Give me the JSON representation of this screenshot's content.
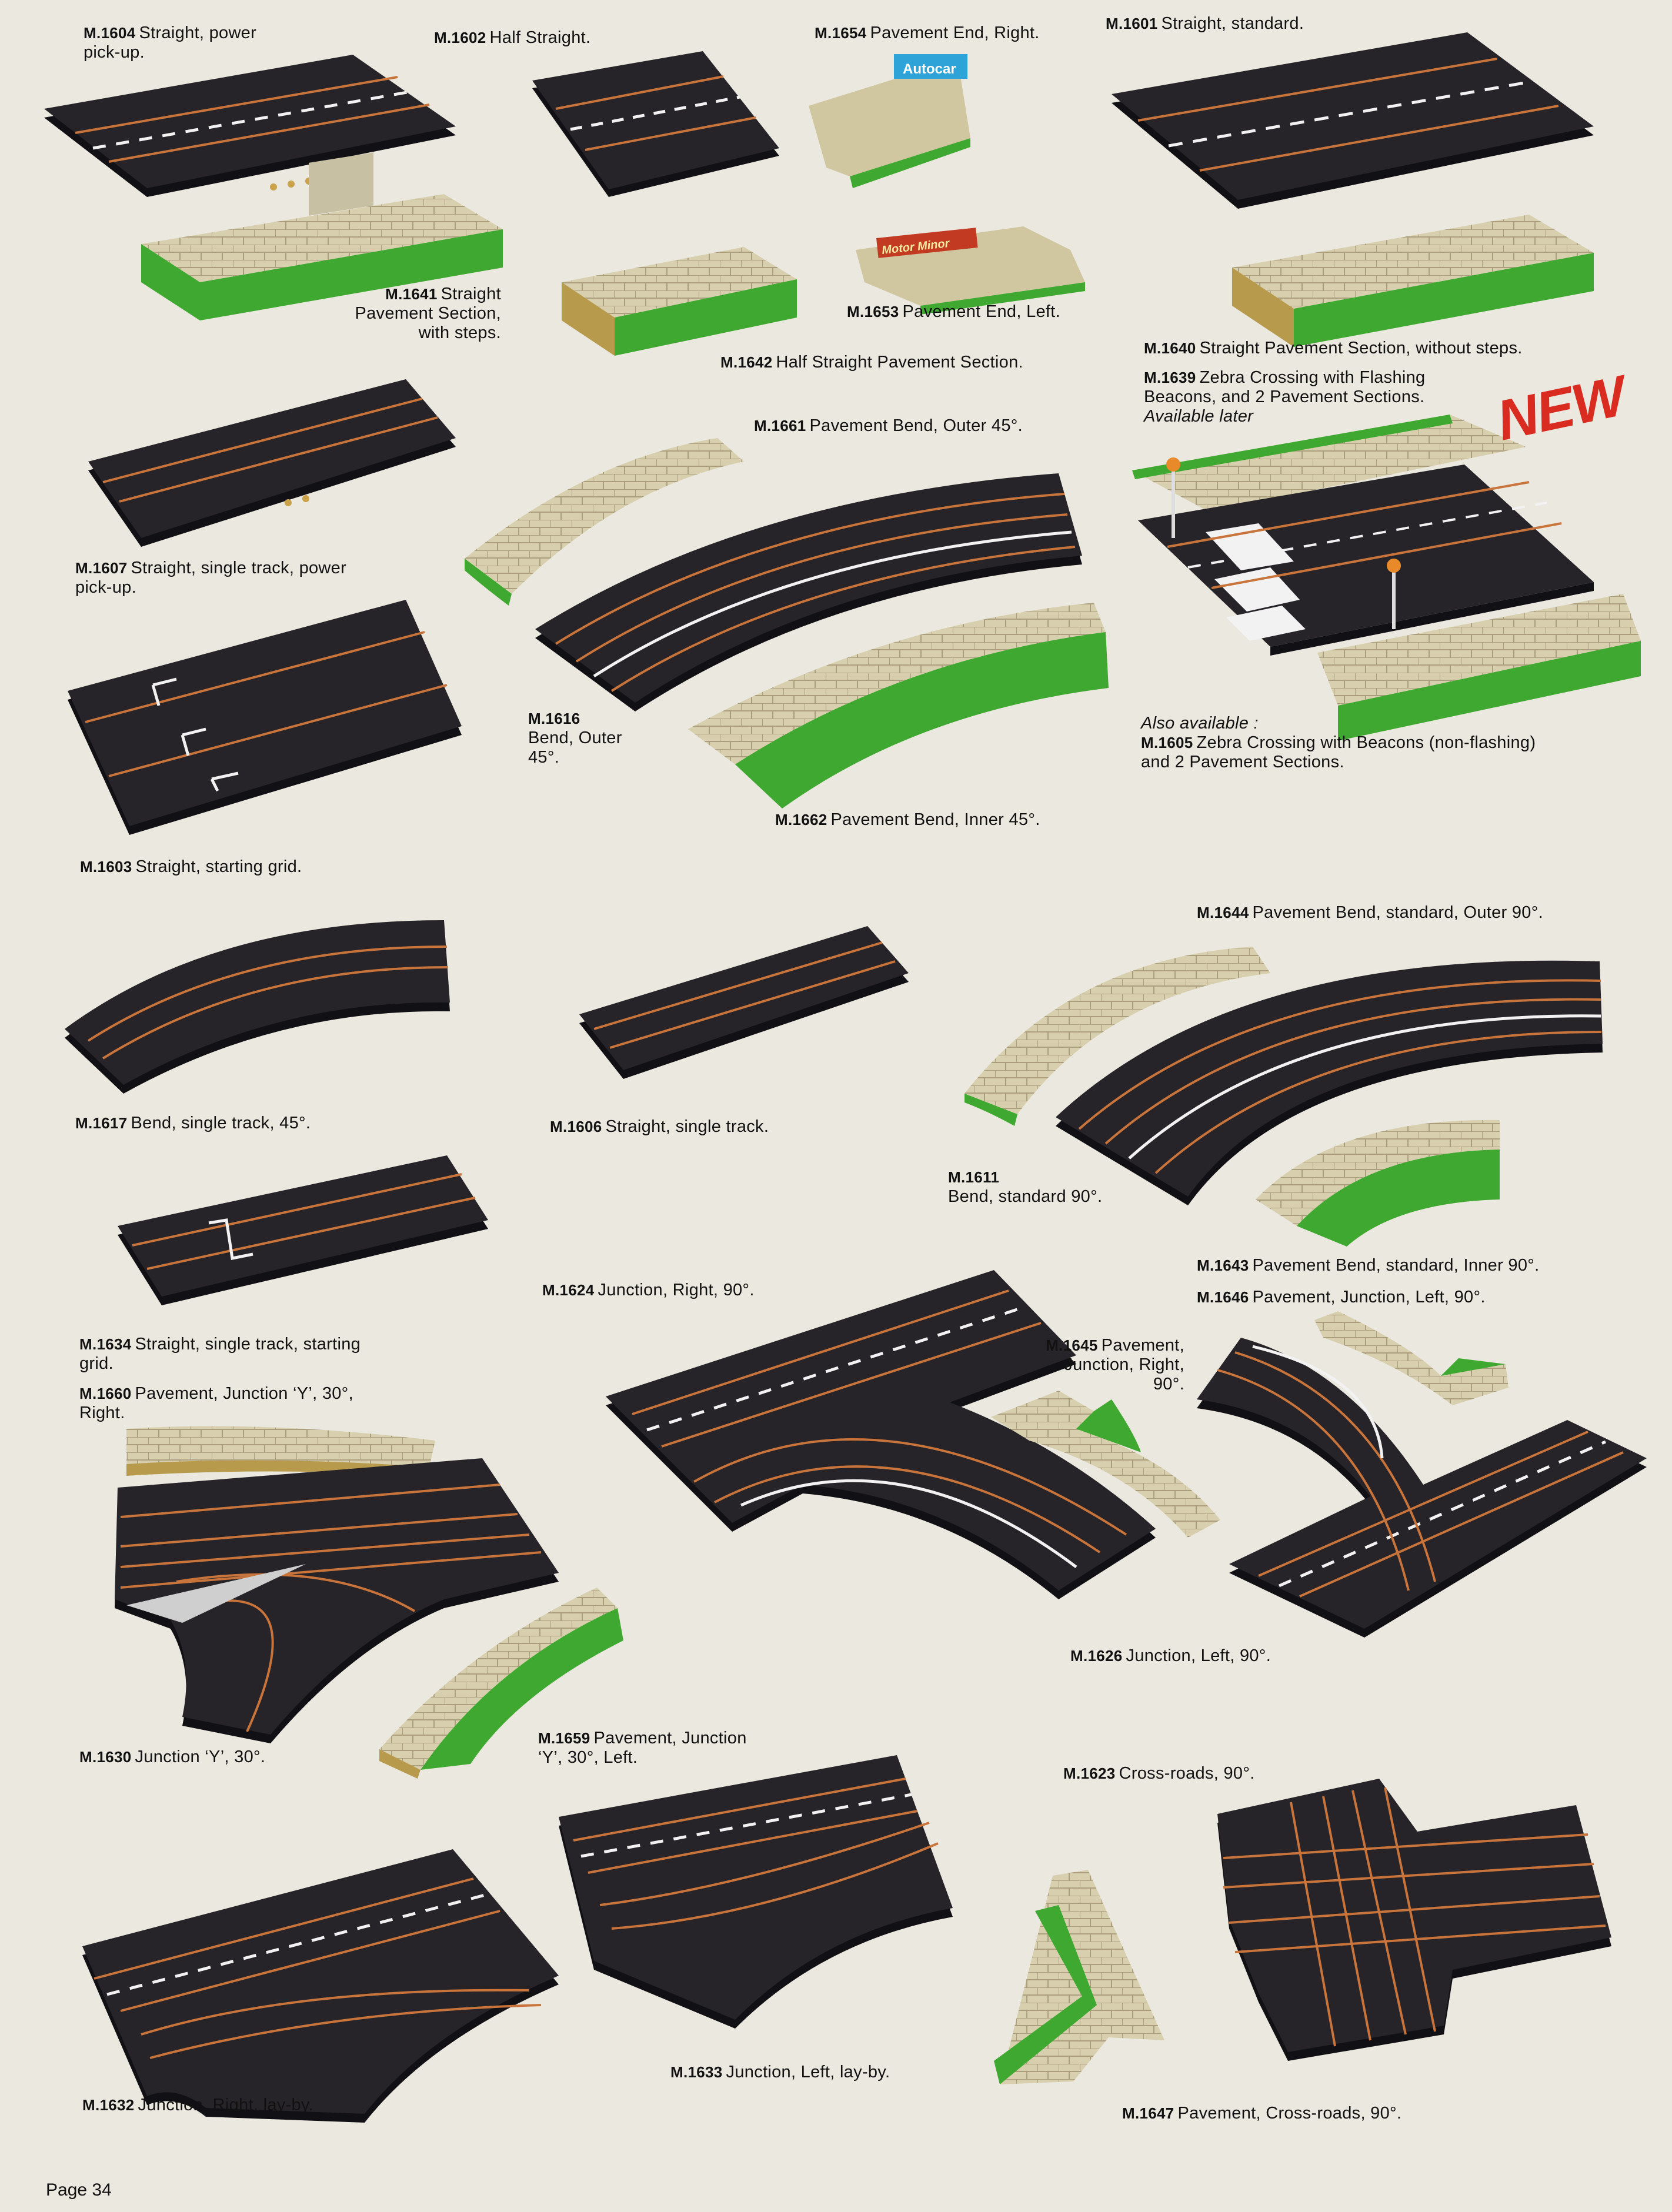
{
  "colors": {
    "page": "#ebe8df",
    "track": "#262428",
    "track_edge": "#111014",
    "rail": "#c9743b",
    "marking": "#f2f2f2",
    "slab": "#d8cfae",
    "slab_line": "#aa9e7c",
    "grass": "#3fa830",
    "kerb": "#b89a4d",
    "new_badge": "#d92b20"
  },
  "labels": {
    "m1604": {
      "code": "M.1604",
      "lines": [
        "Straight, power",
        "pick-up."
      ]
    },
    "m1602": {
      "code": "M.1602",
      "lines": [
        "Half Straight."
      ]
    },
    "m1654": {
      "code": "M.1654",
      "lines": [
        "Pavement End, Right."
      ]
    },
    "m1601": {
      "code": "M.1601",
      "lines": [
        "Straight, standard."
      ]
    },
    "m1641": {
      "code": "M.1641",
      "lines": [
        "Straight",
        "Pavement Section,",
        "with steps."
      ]
    },
    "m1653": {
      "code": "M.1653",
      "lines": [
        "Pavement End, Left."
      ]
    },
    "m1642": {
      "code": "M.1642",
      "lines": [
        "Half Straight Pavement Section."
      ]
    },
    "m1640": {
      "code": "M.1640",
      "lines": [
        "Straight Pavement Section, without steps."
      ]
    },
    "m1639": {
      "code": "M.1639",
      "lines": [
        "Zebra Crossing with Flashing",
        "Beacons, and 2 Pavement Sections."
      ],
      "note": "Available later"
    },
    "m1661": {
      "code": "M.1661",
      "lines": [
        "Pavement Bend, Outer 45°."
      ]
    },
    "m1607": {
      "code": "M.1607",
      "lines": [
        "Straight, single track, power",
        "pick-up."
      ]
    },
    "m1616": {
      "code": "M.1616",
      "lines": [
        "Bend, Outer",
        "45°."
      ]
    },
    "m1605": {
      "intro": "Also available :",
      "code": "M.1605",
      "lines": [
        "Zebra Crossing with Beacons (non-flashing)",
        "and 2 Pavement Sections."
      ]
    },
    "m1662": {
      "code": "M.1662",
      "lines": [
        "Pavement Bend, Inner 45°."
      ]
    },
    "m1603": {
      "code": "M.1603",
      "lines": [
        "Straight, starting grid."
      ]
    },
    "m1644": {
      "code": "M.1644",
      "lines": [
        "Pavement Bend, standard, Outer 90°."
      ]
    },
    "m1617": {
      "code": "M.1617",
      "lines": [
        "Bend, single track, 45°."
      ]
    },
    "m1606": {
      "code": "M.1606",
      "lines": [
        "Straight, single track."
      ]
    },
    "m1611": {
      "code": "M.1611",
      "lines": [
        "Bend, standard 90°."
      ]
    },
    "m1643": {
      "code": "M.1643",
      "lines": [
        "Pavement Bend, standard, Inner 90°."
      ]
    },
    "m1646": {
      "code": "M.1646",
      "lines": [
        "Pavement, Junction, Left, 90°."
      ]
    },
    "m1624": {
      "code": "M.1624",
      "lines": [
        "Junction, Right, 90°."
      ]
    },
    "m1634": {
      "code": "M.1634",
      "lines": [
        "Straight, single track, starting",
        "grid."
      ]
    },
    "m1645": {
      "code": "M.1645",
      "lines": [
        "Pavement,",
        "Junction, Right,",
        "90°."
      ]
    },
    "m1660": {
      "code": "M.1660",
      "lines": [
        "Pavement, Junction ‘Y’, 30°,",
        "Right."
      ]
    },
    "m1626": {
      "code": "M.1626",
      "lines": [
        "Junction, Left, 90°."
      ]
    },
    "m1630": {
      "code": "M.1630",
      "lines": [
        "Junction ‘Y’, 30°."
      ]
    },
    "m1659": {
      "code": "M.1659",
      "lines": [
        "Pavement, Junction",
        "‘Y’, 30°, Left."
      ]
    },
    "m1623": {
      "code": "M.1623",
      "lines": [
        "Cross-roads, 90°."
      ]
    },
    "m1632": {
      "code": "M.1632",
      "lines": [
        "Junction, Right, lay-by."
      ]
    },
    "m1633": {
      "code": "M.1633",
      "lines": [
        "Junction, Left, lay-by."
      ]
    },
    "m1647": {
      "code": "M.1647",
      "lines": [
        "Pavement, Cross-roads, 90°."
      ]
    }
  },
  "signs": {
    "autocar": "Autocar",
    "minor": "Motor Minor"
  },
  "badge": "NEW",
  "page_number": "Page 34"
}
